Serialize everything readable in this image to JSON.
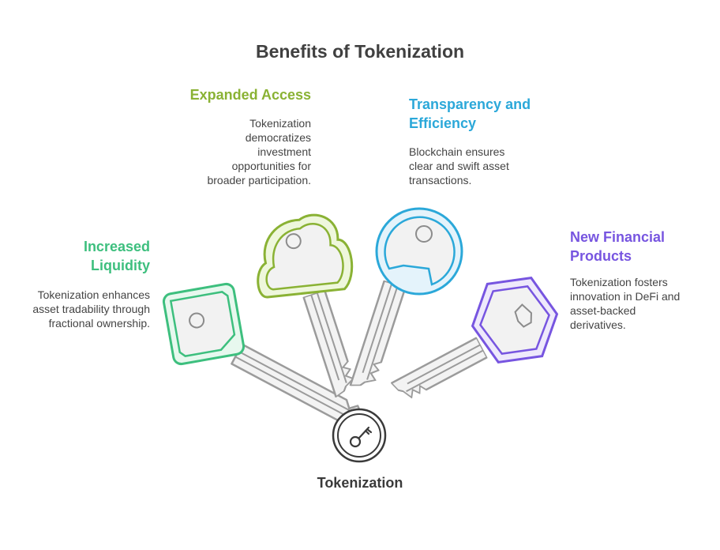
{
  "title": "Benefits of Tokenization",
  "center": {
    "label": "Tokenization",
    "icon": "key-icon"
  },
  "colors": {
    "green": "#3dbf7e",
    "lime": "#8ab234",
    "blue": "#2ba8d9",
    "purple": "#7755e0",
    "key_gray": "#9b9b9b"
  },
  "benefits": [
    {
      "id": "increased-liquidity",
      "heading_lines": [
        "Increased",
        "Liquidity"
      ],
      "description_lines": [
        "Tokenization enhances",
        "asset tradability through",
        "fractional ownership."
      ],
      "icon": "square-key-icon"
    },
    {
      "id": "expanded-access",
      "heading_lines": [
        "Expanded Access"
      ],
      "description_lines": [
        "Tokenization",
        "democratizes",
        "investment",
        "opportunities for",
        "broader participation."
      ],
      "icon": "cloud-key-icon"
    },
    {
      "id": "transparency-efficiency",
      "heading_lines": [
        "Transparency and",
        "Efficiency"
      ],
      "description_lines": [
        "Blockchain ensures",
        "clear and swift asset",
        "transactions."
      ],
      "icon": "round-key-icon"
    },
    {
      "id": "new-financial-products",
      "heading_lines": [
        "New Financial",
        "Products"
      ],
      "description_lines": [
        "Tokenization fosters",
        "innovation in DeFi and",
        "asset-backed",
        "derivatives."
      ],
      "icon": "hexagon-key-icon"
    }
  ]
}
